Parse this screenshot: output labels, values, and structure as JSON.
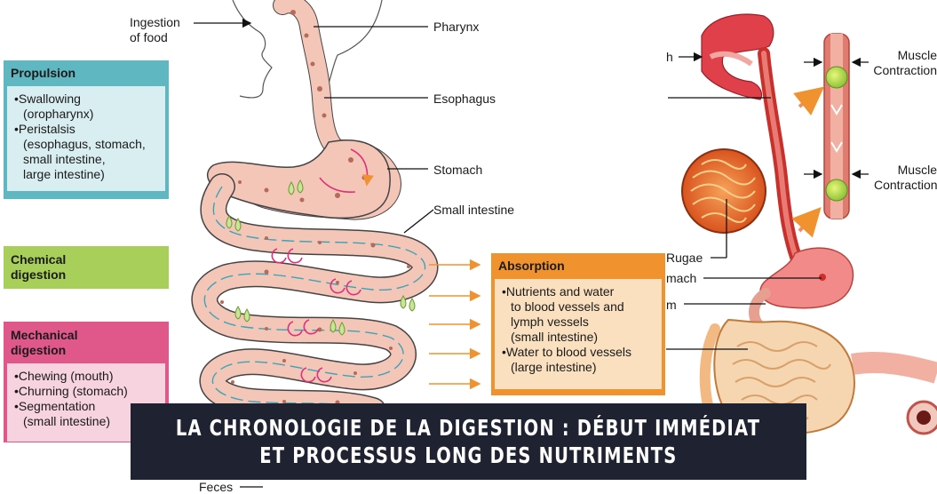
{
  "left_labels": {
    "ingestion": [
      "Ingestion",
      "of food"
    ],
    "pharynx": "Pharynx",
    "esophagus": "Esophagus",
    "stomach": "Stomach",
    "small_intestine": "Small intestine",
    "feces": "Feces"
  },
  "propulsion": {
    "title": "Propulsion",
    "items": [
      {
        "main": "Swallowing",
        "sub": [
          "(oropharynx)"
        ]
      },
      {
        "main": "Peristalsis",
        "sub": [
          "(esophagus, stomach,",
          "small intestine,",
          "large intestine)"
        ]
      }
    ]
  },
  "chemical": {
    "title": [
      "Chemical",
      "digestion"
    ]
  },
  "mechanical": {
    "title": [
      "Mechanical",
      "digestion"
    ],
    "items": [
      {
        "main": "Chewing (mouth)",
        "sub": []
      },
      {
        "main": "Churning (stomach)",
        "sub": []
      },
      {
        "main": "Segmentation",
        "sub": [
          "(small intestine)"
        ]
      }
    ]
  },
  "absorption": {
    "title": "Absorption",
    "items": [
      {
        "main": "Nutrients and water",
        "sub": [
          "to blood vessels and",
          "lymph vessels",
          "(small intestine)"
        ]
      },
      {
        "main": "Water to blood vessels",
        "sub": [
          "(large intestine)"
        ]
      }
    ]
  },
  "right_labels": {
    "mouth_partial": "h",
    "rugae": "Rugae",
    "stomach_partial": "mach",
    "m_partial": "m",
    "muscle_1": [
      "Muscle",
      "Contraction"
    ],
    "muscle_2": [
      "Muscle",
      "Contraction"
    ]
  },
  "banner": {
    "line1": "La chronologie de la digestion : début immédiat",
    "line2": "et processus long des nutriments"
  },
  "colors": {
    "propulsion": "#5fb7c2",
    "chemical": "#a8cf5a",
    "mechanical": "#e0578a",
    "absorption": "#f0932f",
    "banner": "#1f2230",
    "tract": "#f4c6b8",
    "tract_outline": "#444444"
  }
}
